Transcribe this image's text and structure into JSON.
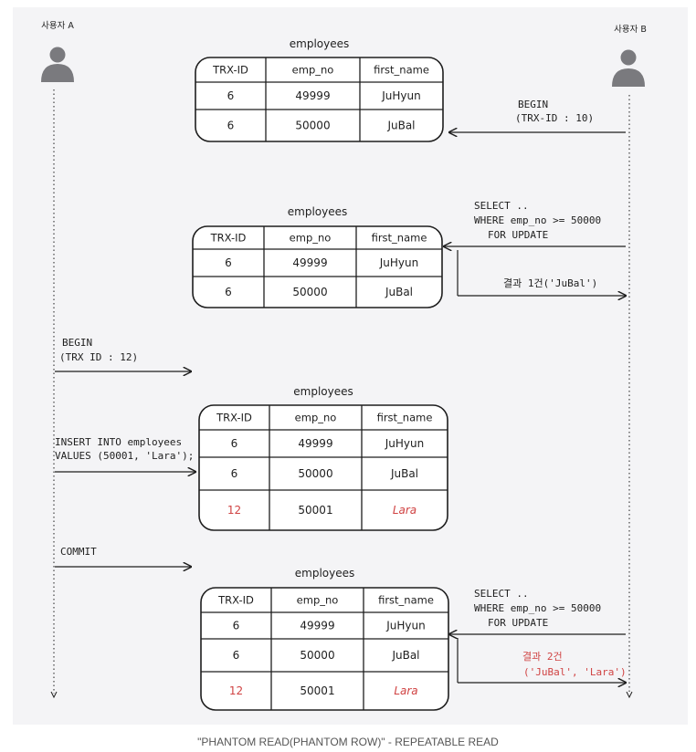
{
  "caption": "\"PHANTOM READ(PHANTOM ROW)\" - REPEATABLE READ",
  "users": {
    "a": "사용자 A",
    "b": "사용자 B"
  },
  "tables": [
    {
      "title": "employees",
      "headers": [
        "TRX-ID",
        "emp_no",
        "first_name"
      ],
      "rows": [
        {
          "trx": "6",
          "emp_no": "49999",
          "name": "JuHyun",
          "highlight": false
        },
        {
          "trx": "6",
          "emp_no": "50000",
          "name": "JuBal",
          "highlight": false
        }
      ]
    },
    {
      "title": "employees",
      "headers": [
        "TRX-ID",
        "emp_no",
        "first_name"
      ],
      "rows": [
        {
          "trx": "6",
          "emp_no": "49999",
          "name": "JuHyun",
          "highlight": false
        },
        {
          "trx": "6",
          "emp_no": "50000",
          "name": "JuBal",
          "highlight": false
        }
      ]
    },
    {
      "title": "employees",
      "headers": [
        "TRX-ID",
        "emp_no",
        "first_name"
      ],
      "rows": [
        {
          "trx": "6",
          "emp_no": "49999",
          "name": "JuHyun",
          "highlight": false
        },
        {
          "trx": "6",
          "emp_no": "50000",
          "name": "JuBal",
          "highlight": false
        },
        {
          "trx": "12",
          "emp_no": "50001",
          "name": "Lara",
          "highlight": true
        }
      ]
    },
    {
      "title": "employees",
      "headers": [
        "TRX-ID",
        "emp_no",
        "first_name"
      ],
      "rows": [
        {
          "trx": "6",
          "emp_no": "49999",
          "name": "JuHyun",
          "highlight": false
        },
        {
          "trx": "6",
          "emp_no": "50000",
          "name": "JuBal",
          "highlight": false
        },
        {
          "trx": "12",
          "emp_no": "50001",
          "name": "Lara",
          "highlight": true
        }
      ]
    }
  ],
  "labels": {
    "b_begin_1": "BEGIN",
    "b_begin_2": "(TRX-ID : 10)",
    "b_select1_1": "SELECT ..",
    "b_select1_2": "WHERE emp_no >= 50000",
    "b_select1_3": "FOR UPDATE",
    "b_result1": "결과 1건('JuBal')",
    "a_begin_1": "BEGIN",
    "a_begin_2": "(TRX ID : 12)",
    "a_insert_1": "INSERT INTO employees",
    "a_insert_2": "VALUES (50001, 'Lara');",
    "a_commit": "COMMIT",
    "b_select2_1": "SELECT ..",
    "b_select2_2": "WHERE emp_no >= 50000",
    "b_select2_3": "FOR UPDATE",
    "b_result2_1": "결과 2건",
    "b_result2_2": "('JuBal', 'Lara')"
  },
  "colors": {
    "ink": "#1e1e1e",
    "highlight": "#d04343",
    "avatar": "#7a7a7e",
    "background": "#f4f4f6"
  }
}
